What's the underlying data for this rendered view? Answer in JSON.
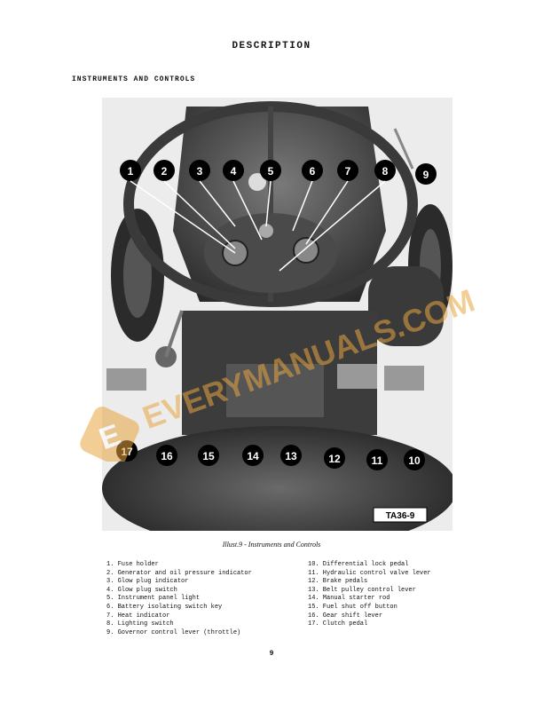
{
  "header": {
    "title": "DESCRIPTION"
  },
  "section": {
    "title": "INSTRUMENTS AND CONTROLS"
  },
  "figure": {
    "tag": "TA36-9",
    "caption": "Illust.9 - Instruments and Controls",
    "callouts": [
      "1",
      "2",
      "3",
      "4",
      "5",
      "6",
      "7",
      "8",
      "9",
      "10",
      "11",
      "12",
      "13",
      "14",
      "15",
      "16",
      "17"
    ]
  },
  "legend_left": [
    "1. Fuse holder",
    "2. Generator and oil pressure indicator",
    "3. Glow plug indicator",
    "4. Glow plug switch",
    "5. Instrument panel light",
    "6. Battery isolating switch key",
    "7. Heat indicator",
    "8. Lighting switch",
    "9. Governor control lever (throttle)"
  ],
  "legend_right": [
    "10. Differential lock pedal",
    "11. Hydraulic control valve lever",
    "12. Brake pedals",
    "13. Belt pulley control lever",
    "14. Manual starter rod",
    "15. Fuel shut off button",
    "16. Gear shift lever",
    "17. Clutch pedal"
  ],
  "footer": {
    "page_number": "9"
  },
  "watermark": {
    "letter": "E",
    "text": "EVERYMANUALS.COM"
  }
}
